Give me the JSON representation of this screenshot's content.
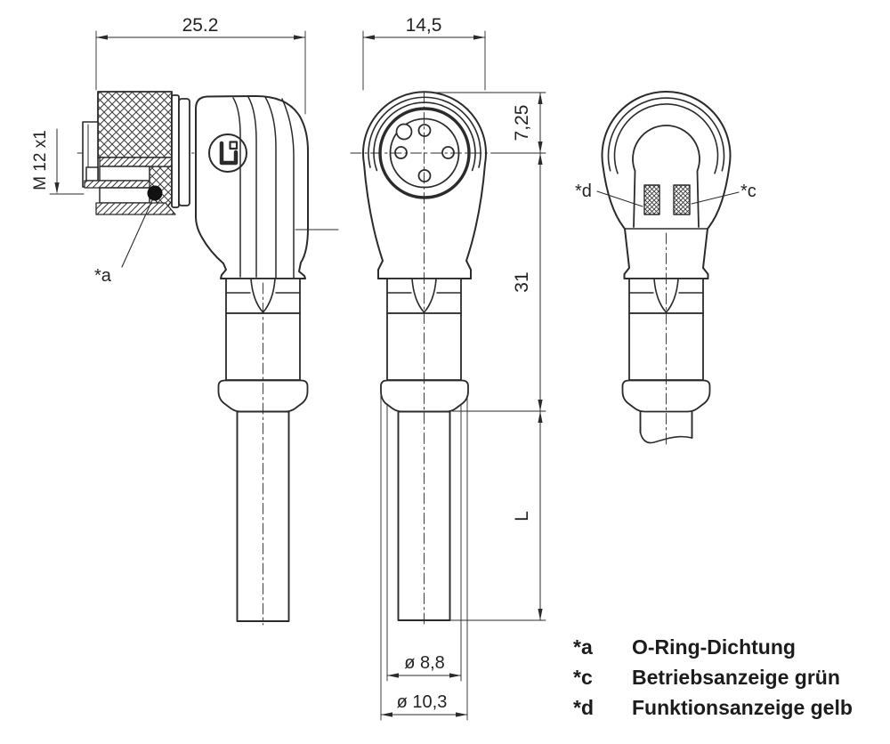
{
  "drawing": {
    "dims": {
      "width_side": "25.2",
      "width_front": "14,5",
      "head_height": "7,25",
      "body_height": "31",
      "cable_length": "L",
      "neck_diameter": "ø 8,8",
      "collar_diameter": "ø 10,3",
      "thread": "M 12 x1"
    },
    "callouts": {
      "oring": "*a",
      "indicator_green": "*c",
      "indicator_yellow": "*d"
    },
    "legend": {
      "items": [
        {
          "key": "*a",
          "text": "O-Ring-Dichtung"
        },
        {
          "key": "*c",
          "text": "Betriebsanzeige grün"
        },
        {
          "key": "*d",
          "text": "Funktionsanzeige gelb"
        }
      ]
    },
    "colors": {
      "line": "#2b2b2b",
      "oring": "#111111",
      "background": "#ffffff"
    }
  }
}
